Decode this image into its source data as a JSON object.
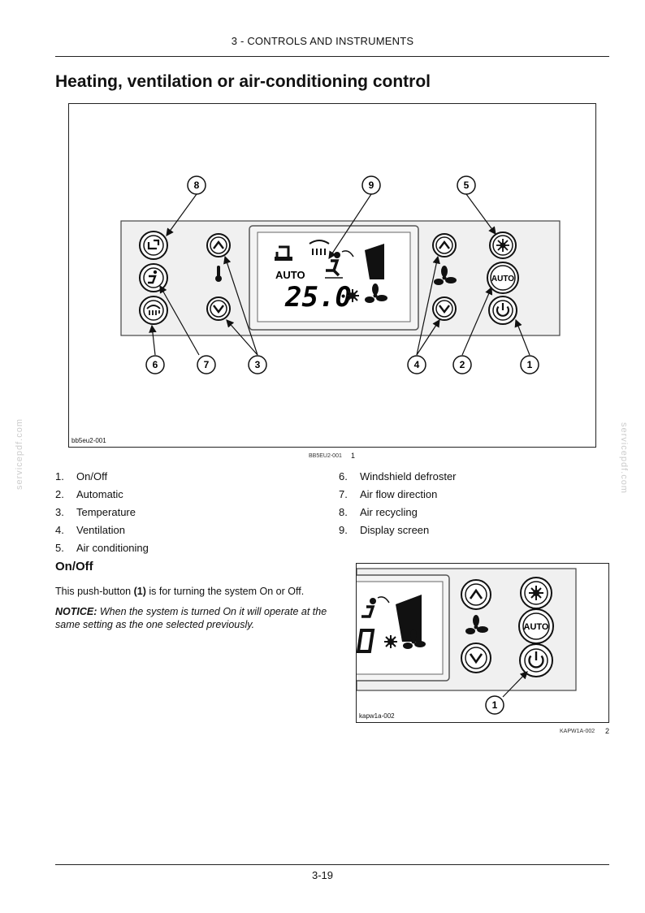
{
  "header": {
    "section": "3 - CONTROLS AND INSTRUMENTS"
  },
  "title": "Heating, ventilation or air-conditioning control",
  "figure1": {
    "tag": "bb5eu2-001",
    "caption": "BB5EU2-001",
    "number": "1",
    "display": {
      "mode": "AUTO",
      "temperature": "25.0"
    },
    "button_labels": {
      "auto": "AUTO"
    },
    "callouts": [
      "8",
      "9",
      "5",
      "6",
      "7",
      "3",
      "4",
      "2",
      "1"
    ]
  },
  "legend": {
    "left": [
      {
        "num": "1.",
        "label": "On/Off"
      },
      {
        "num": "2.",
        "label": "Automatic"
      },
      {
        "num": "3.",
        "label": "Temperature"
      },
      {
        "num": "4.",
        "label": "Ventilation"
      },
      {
        "num": "5.",
        "label": "Air conditioning"
      }
    ],
    "right": [
      {
        "num": "6.",
        "label": "Windshield defroster"
      },
      {
        "num": "7.",
        "label": "Air flow direction"
      },
      {
        "num": "8.",
        "label": "Air recycling"
      },
      {
        "num": "9.",
        "label": "Display screen"
      }
    ]
  },
  "onoff": {
    "heading": "On/Off",
    "text_before": "This push-button ",
    "button_ref": "(1)",
    "text_after": " is for turning the system On or Off.",
    "notice_label": "NOTICE:",
    "notice_text": " When the system is turned On it will operate at the same setting as the one selected previously."
  },
  "figure2": {
    "tag": "kapw1a-002",
    "caption": "KAPW1A-002",
    "number": "2",
    "button_labels": {
      "auto": "AUTO"
    },
    "callout": "1"
  },
  "footer": {
    "page": "3-19"
  },
  "watermark": "servicepdf.com"
}
